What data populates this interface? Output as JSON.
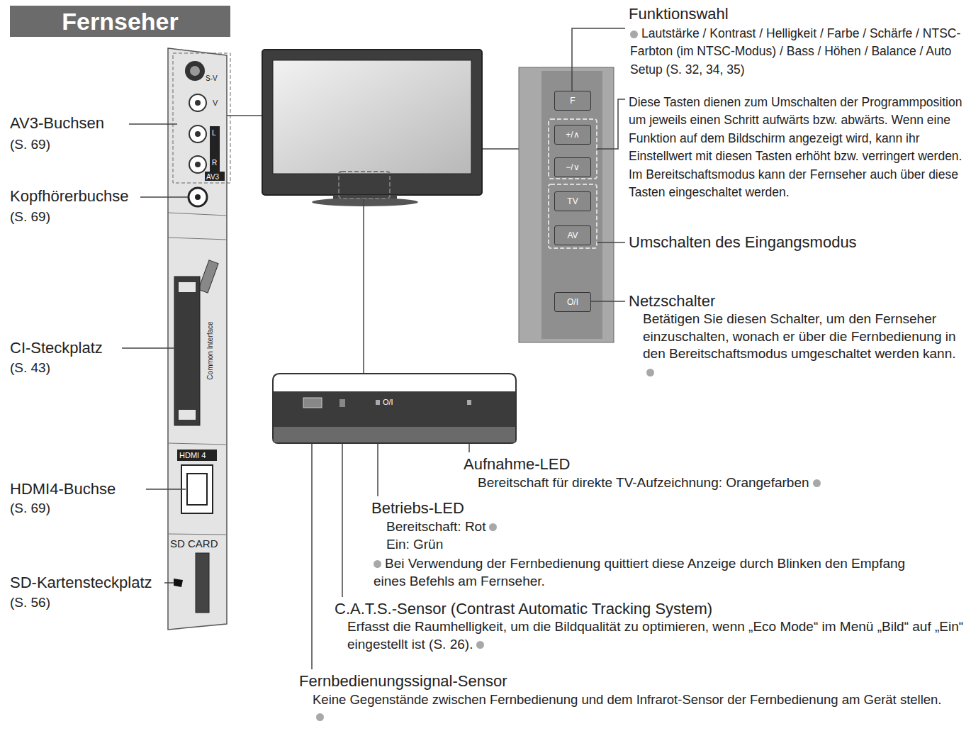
{
  "diagram": {
    "title": "Fernseher",
    "nodes": [
      {
        "text": [
          "F"
        ]
      },
      {
        "text": [
          "+/∧"
        ]
      },
      {
        "text": [
          "−/∨"
        ]
      },
      {
        "text": [
          "TV"
        ]
      },
      {
        "text": [
          "AV"
        ]
      },
      {
        "text": [
          "O/I"
        ]
      }
    ],
    "labels": [
      "AV3-Buchsen",
      "(S. 69)",
      "Kopfhörerbuchse",
      "(S. 69)",
      "CI-Steckplatz",
      "(S. 43)",
      "HDMI4-Buchse",
      "(S. 69)",
      "SD-Kartensteckplatz",
      "(S. 56)",
      "S-V",
      "V",
      "L",
      "R",
      "AV3",
      "Common Interface",
      "HDMI 4",
      "SD CARD",
      "Funktionswahl",
      "Lautstärke / Kontrast / Helligkeit / Farbe / Schärfe / NTSC-Farbton (im NTSC-Modus) / Bass / Höhen / Balance / Auto Setup (S. 32, 34, 35)",
      "Diese Tasten dienen zum Umschalten der Programmposition um jeweils einen Schritt aufwärts bzw. abwärts. Wenn eine Funktion auf dem Bildschirm angezeigt wird, kann ihr Einstellwert mit diesen Tasten erhöht bzw. verringert werden. Im Bereitschaftsmodus kann der Fernseher auch über diese Tasten eingeschaltet werden.",
      "Umschalten des Eingangsmodus",
      "Netzschalter",
      "Betätigen Sie diesen Schalter, um den Fernseher einzuschalten, wonach er über die Fernbedienung in den Bereitschaftsmodus umgeschaltet werden kann.",
      "O/I",
      "Aufnahme-LED",
      "Bereitschaft für direkte TV-Aufzeichnung: Orangefarben",
      "Betriebs-LED",
      "Bereitschaft: Rot",
      "Ein: Grün",
      "Bei Verwendung der Fernbedienung quittiert diese Anzeige durch Blinken den Empfang eines Befehls am Fernseher.",
      "C.A.T.S.-Sensor (Contrast Automatic Tracking System)",
      "Erfasst die Raumhelligkeit, um die Bildqualität zu optimieren, wenn „Eco Mode“ im Menü „Bild“ auf „Ein“ eingestellt ist (S. 26).",
      "Fernbedienungssignal-Sensor",
      "Keine Gegenstände zwischen Fernbedienung und dem Infrarot-Sensor der Fernbedienung am Gerät stellen."
    ]
  }
}
